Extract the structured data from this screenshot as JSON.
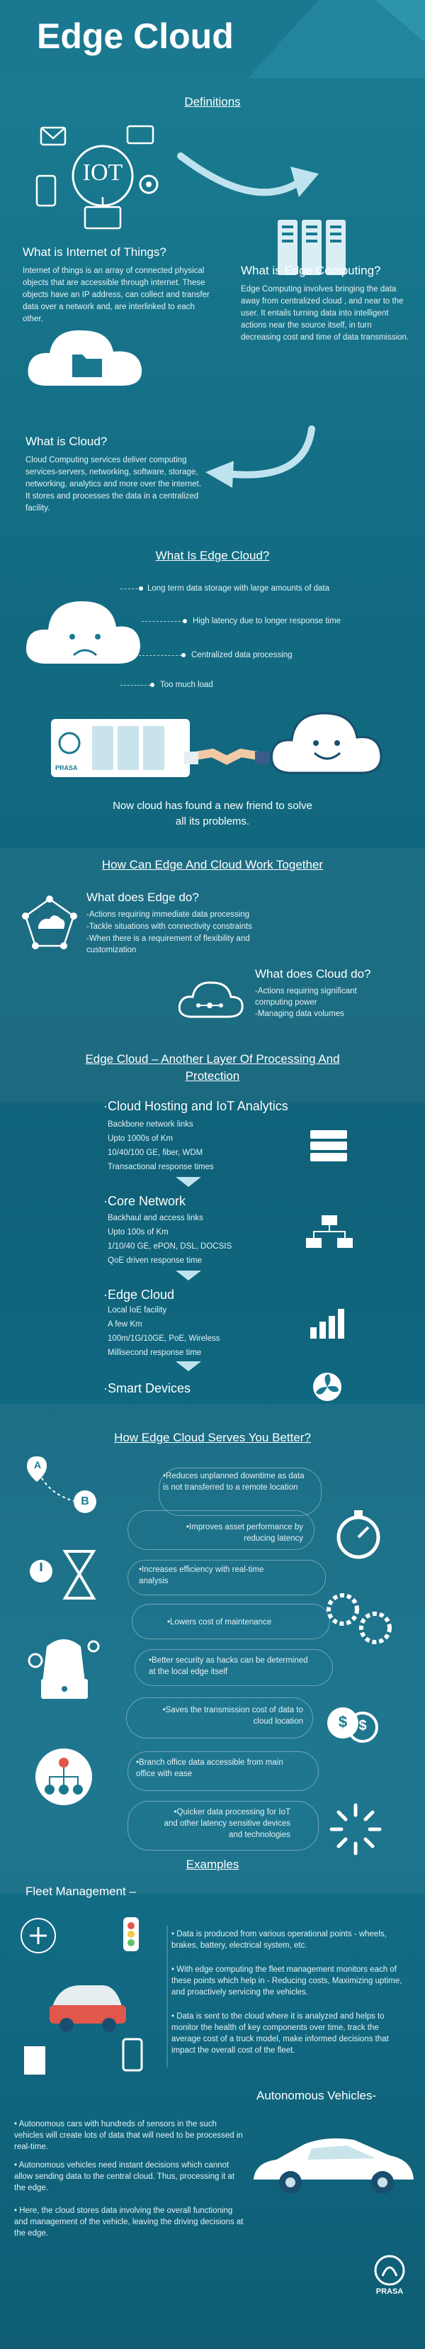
{
  "title": "Edge Cloud",
  "definitions": {
    "heading": "Definitions",
    "iot_badge": "IOT",
    "iot_title": "What is Internet of Things?",
    "iot_text": "Internet of things is an array of connected physical objects that are accessible through internet. These objects have an IP address, can collect and transfer data over a network and, are interlinked to each other.",
    "edge_title": "What is Edge Computing?",
    "edge_text": "Edge Computing involves bringing the data away from centralized cloud , and near to the user. It entails turning data into intelligent actions near the source itself, in turn decreasing cost and time of data transmission.",
    "cloud_title": "What is Cloud?",
    "cloud_text": "Cloud Computing services deliver computing services-servers, networking, software, storage, networking, analytics and more over the internet. It stores and processes the data in a centralized facility."
  },
  "edge_cloud_why": {
    "heading": "What Is Edge Cloud?",
    "points": [
      "Long term data storage with large amounts of data",
      "High latency due to longer response time",
      "Centralized data processing",
      "Too much load"
    ],
    "brand": "PRASA",
    "friend_text": "Now cloud has found a new friend to solve all its problems."
  },
  "work_together": {
    "heading": "How Can Edge And Cloud Work Together",
    "edge_q": "What does Edge do?",
    "edge_points": [
      "-Actions requiring immediate data processing",
      "-Tackle situations with connectivity constraints",
      "-When there is a requirement of flexibility and customization"
    ],
    "cloud_q": "What does Cloud do?",
    "cloud_points": [
      "-Actions requiring significant computing power",
      "-Managing data volumes"
    ]
  },
  "layers": {
    "heading": "Edge Cloud – Another Layer Of Processing And Protection",
    "items": [
      {
        "title": "·Cloud Hosting and IoT Analytics",
        "lines": [
          "Backbone network links",
          "Upto 1000s of Km",
          "10/40/100 GE, fiber, WDM",
          "Transactional response times"
        ]
      },
      {
        "title": "·Core Network",
        "lines": [
          "Backhaul and access links",
          "Upto 100s of Km",
          "1/10/40 GE, ePON, DSL, DOCSIS",
          "QoE driven response time"
        ]
      },
      {
        "title": "·Edge Cloud",
        "lines": [
          "Local IoE facility",
          "A few Km",
          "100m/1G/10GE, PoE, Wireless",
          "Millisecond response time"
        ]
      },
      {
        "title": "·Smart Devices",
        "lines": []
      }
    ]
  },
  "serves": {
    "heading": "How Edge Cloud Serves You Better?",
    "items": [
      "•Reduces unplanned downtime as data is not transferred to a remote location",
      "•Improves asset performance by reducing latency",
      "•Increases efficiency with real-time analysis",
      "•Lowers cost of maintenance",
      "•Better security as hacks can be determined at the local edge itself",
      "•Saves the transmission cost of data to cloud location",
      "•Branch office data accessible from main office with ease",
      "•Quicker data processing for IoT and other latency sensitive devices and technologies"
    ],
    "map_pin_a": "A",
    "map_pin_b": "B"
  },
  "examples": {
    "heading": "Examples",
    "fleet_title": "Fleet Management –",
    "fleet_points": [
      "• Data is produced from various operational points - wheels, brakes, battery, electrical system, etc.",
      "• With edge computing the fleet management monitors each of these points which help in - Reducing costs, Maximizing uptime, and proactively servicing the vehicles.",
      "• Data is sent to the cloud where it is analyzed and helps to monitor the health of key components over time, track the average cost of a truck model, make informed decisions that impact the overall cost of the fleet."
    ],
    "auto_title": "Autonomous Vehicles-",
    "auto_points": [
      "• Autonomous cars with hundreds of sensors in the such vehicles will create lots of data that will need to be processed in real-time.",
      "• Autonomous vehicles need instant decisions which cannot allow sending data to the central cloud. Thus, processing it at the edge.",
      "• Here, the cloud stores data involving the overall functioning and management of the vehicle, leaving the driving decisions at the edge."
    ],
    "footer_brand": "PRASA"
  }
}
